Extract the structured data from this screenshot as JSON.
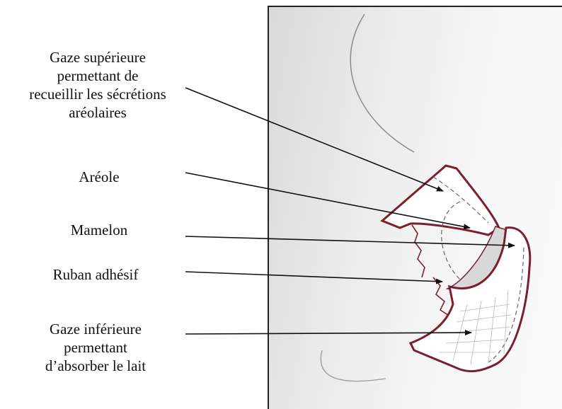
{
  "labels": {
    "gaze_superieure": [
      "Gaze supérieure",
      "permettant de",
      "recueillir les sécrétions",
      "aréolaires"
    ],
    "areole": "Aréole",
    "mamelon": "Mamelon",
    "ruban_adhesif": "Ruban adhésif",
    "gaze_inferieure": [
      "Gaze inférieure",
      "permettant",
      "d’absorber le lait"
    ]
  },
  "colors": {
    "outline": "#7a1f2b",
    "pencil": "#8a8a8a",
    "arrow": "#111111"
  }
}
